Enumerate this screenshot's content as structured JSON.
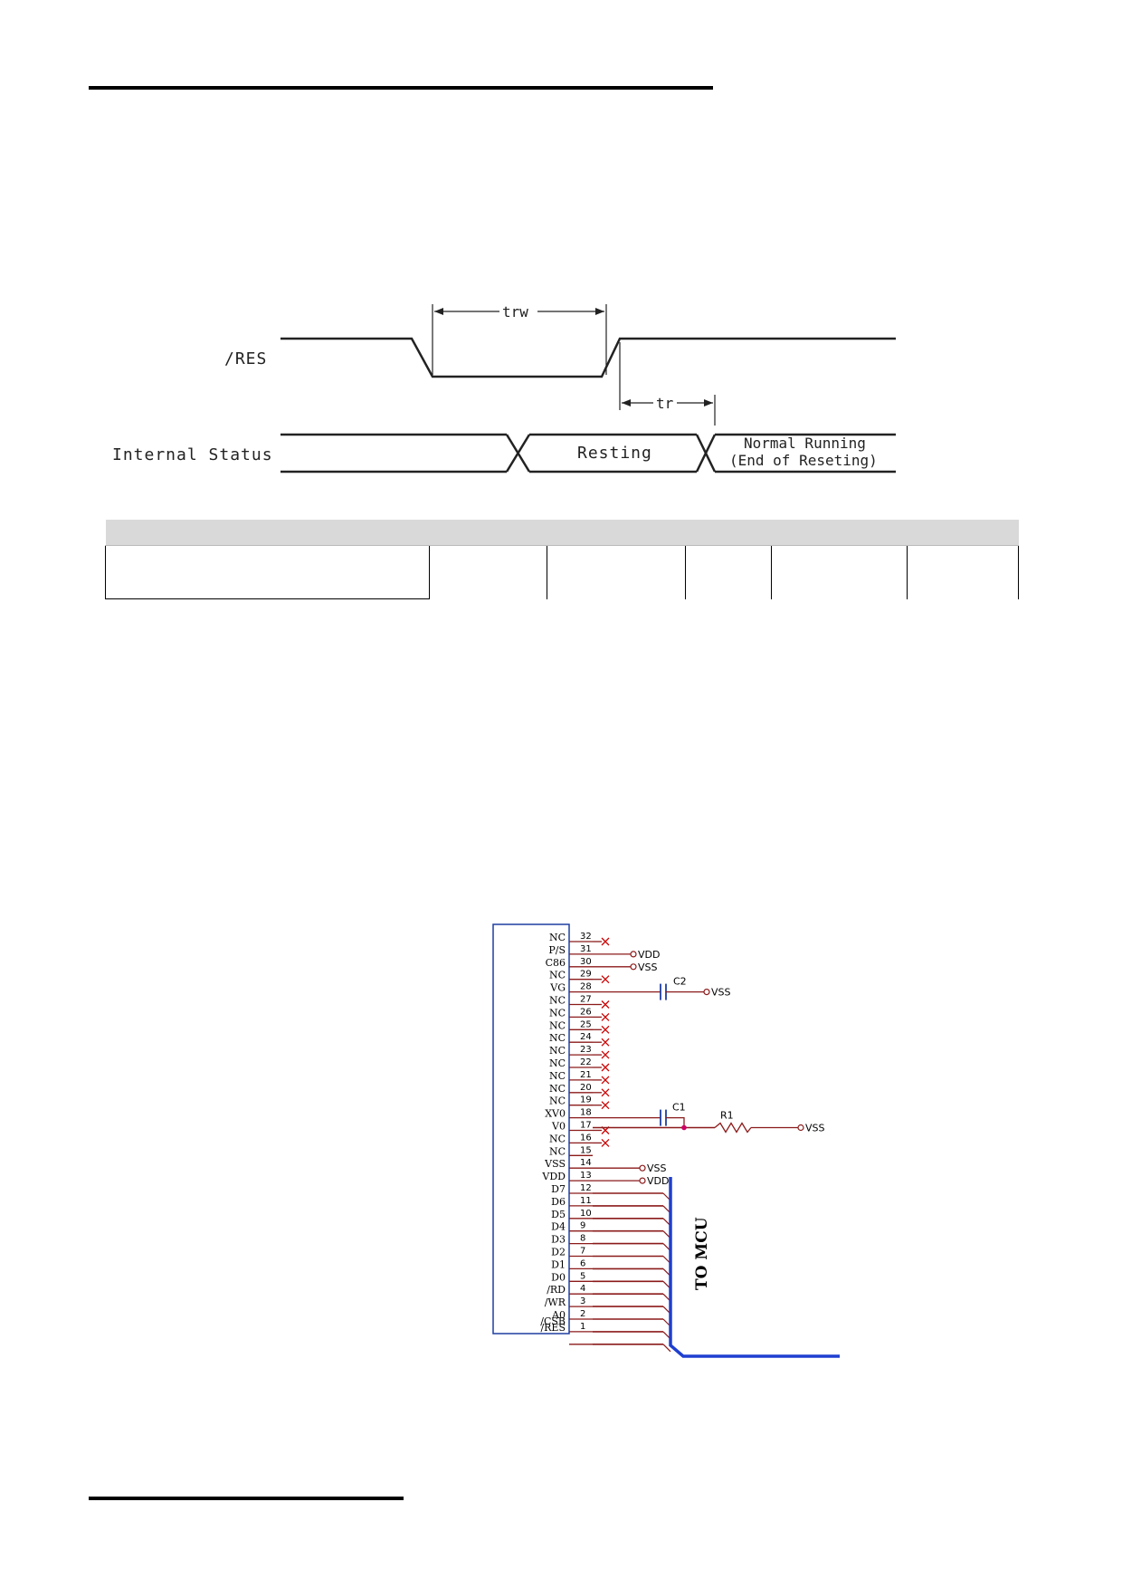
{
  "timing": {
    "res_label": "/RES",
    "status_label": "Internal Status",
    "trw": "trw",
    "tr": "tr",
    "resting": "Resting",
    "normal": "Normal Running",
    "end": "(End of Reseting)"
  },
  "table": {
    "headers": [
      "",
      "",
      "",
      "",
      "",
      ""
    ],
    "row": [
      "",
      "",
      "",
      "",
      "",
      ""
    ]
  },
  "schematic": {
    "pins": [
      {
        "num": "32",
        "name": "NC"
      },
      {
        "num": "31",
        "name": "P/S"
      },
      {
        "num": "30",
        "name": "C86"
      },
      {
        "num": "29",
        "name": "NC"
      },
      {
        "num": "28",
        "name": "VG"
      },
      {
        "num": "27",
        "name": "NC"
      },
      {
        "num": "26",
        "name": "NC"
      },
      {
        "num": "25",
        "name": "NC"
      },
      {
        "num": "24",
        "name": "NC"
      },
      {
        "num": "23",
        "name": "NC"
      },
      {
        "num": "22",
        "name": "NC"
      },
      {
        "num": "21",
        "name": "NC"
      },
      {
        "num": "20",
        "name": "NC"
      },
      {
        "num": "19",
        "name": "NC"
      },
      {
        "num": "18",
        "name": "XV0"
      },
      {
        "num": "17",
        "name": "V0"
      },
      {
        "num": "16",
        "name": "NC"
      },
      {
        "num": "15",
        "name": "NC"
      },
      {
        "num": "14",
        "name": "VSS"
      },
      {
        "num": "13",
        "name": "VDD"
      },
      {
        "num": "12",
        "name": "D7"
      },
      {
        "num": "11",
        "name": "D6"
      },
      {
        "num": "10",
        "name": "D5"
      },
      {
        "num": "9",
        "name": "D4"
      },
      {
        "num": "8",
        "name": "D3"
      },
      {
        "num": "7",
        "name": "D2"
      },
      {
        "num": "6",
        "name": "D1"
      },
      {
        "num": "5",
        "name": "D0"
      },
      {
        "num": "4",
        "name": "/RD"
      },
      {
        "num": "3",
        "name": "/WR"
      },
      {
        "num": "2",
        "name": "A0"
      },
      {
        "num": "1",
        "name": "/RES"
      }
    ],
    "last_pin_name": "/CSB",
    "vdd": "VDD",
    "vss": "VSS",
    "c1": "C1",
    "c2": "C2",
    "r1": "R1",
    "to_mcu": "TO MCU"
  },
  "colors": {
    "wire": "#8b1a1a",
    "bus": "#1f3fd0",
    "node": "#cc0066"
  }
}
